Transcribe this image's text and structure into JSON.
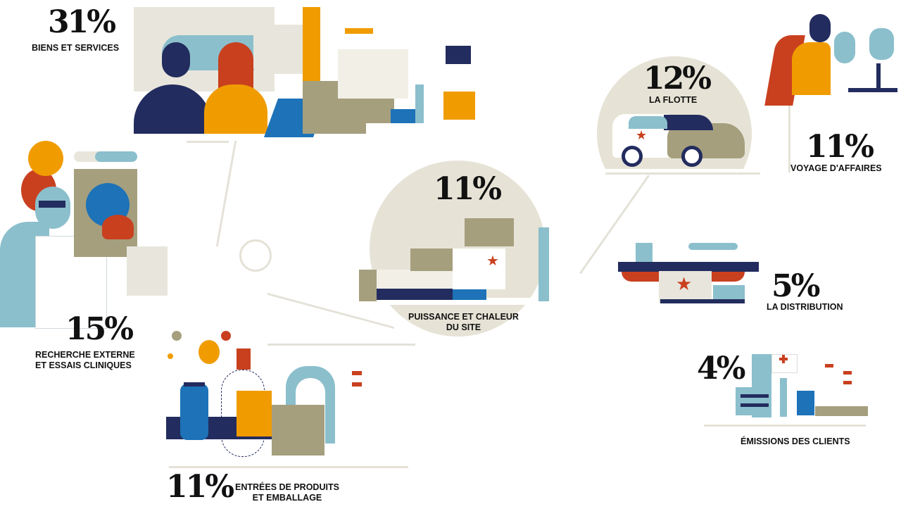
{
  "colors": {
    "navy": "#232c5e",
    "orange": "#f09c00",
    "red": "#c9401f",
    "light_blue": "#8bbfcc",
    "blue": "#1d72b8",
    "khaki": "#a59f7e"
  },
  "segments": [
    {
      "percent": "31%",
      "label_lines": [
        "BIENS ET SERVICES"
      ],
      "icon": "office-workers-illustration"
    },
    {
      "percent": "15%",
      "label_lines": [
        "RECHERCHE EXTERNE",
        "ET ESSAIS CLINIQUES"
      ],
      "icon": "lab-scientist-illustration"
    },
    {
      "percent": "11%",
      "label_lines": [
        "ENTRÉES DE PRODUITS",
        "ET EMBALLAGE"
      ],
      "icon": "packaging-illustration"
    },
    {
      "percent": "11%",
      "label_lines": [
        "PUISSANCE ET CHALEUR",
        "DU SITE"
      ],
      "icon": "power-plant-illustration"
    },
    {
      "percent": "12%",
      "label_lines": [
        "LA FLOTTE"
      ],
      "icon": "car-illustration"
    },
    {
      "percent": "11%",
      "label_lines": [
        "VOYAGE D'AFFAIRES"
      ],
      "icon": "plane-passenger-illustration"
    },
    {
      "percent": "5%",
      "label_lines": [
        "LA DISTRIBUTION"
      ],
      "icon": "ship-truck-illustration"
    },
    {
      "percent": "4%",
      "label_lines": [
        "ÉMISSIONS DES CLIENTS"
      ],
      "icon": "hospital-illustration"
    }
  ]
}
